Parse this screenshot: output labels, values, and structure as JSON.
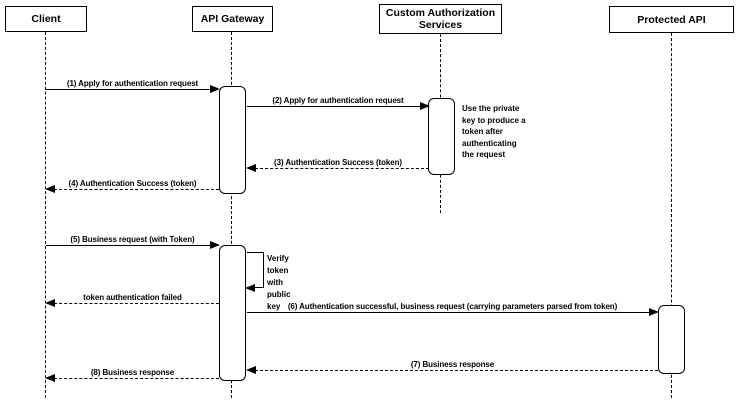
{
  "diagram_type": "uml-sequence",
  "colors": {
    "stroke": "#000000",
    "fill": "#ffffff",
    "text": "#000000"
  },
  "participants": [
    {
      "name": "Client"
    },
    {
      "name": "API Gateway"
    },
    {
      "name": "Custom Authorization\nServices"
    },
    {
      "name": "Protected API"
    }
  ],
  "messages": [
    {
      "label": "(1) Apply for authentication request",
      "from": "Client",
      "to": "API Gateway",
      "style": "solid"
    },
    {
      "label": "(2) Apply for authentication request",
      "from": "API Gateway",
      "to": "Custom Authorization Services",
      "style": "solid"
    },
    {
      "label": "(3) Authentication Success (token)",
      "from": "Custom Authorization Services",
      "to": "API Gateway",
      "style": "dashed"
    },
    {
      "label": "(4) Authentication Success (token)",
      "from": "API Gateway",
      "to": "Client",
      "style": "dashed"
    },
    {
      "label": "(5) Business request (with Token)",
      "from": "Client",
      "to": "API Gateway",
      "style": "solid"
    },
    {
      "label": "token authentication failed",
      "from": "API Gateway",
      "to": "Client",
      "style": "dashed"
    },
    {
      "label": "(6) Authentication successful, business request (carrying parameters parsed from token)",
      "from": "API Gateway",
      "to": "Protected API",
      "style": "solid"
    },
    {
      "label": "(7) Business response",
      "from": "Protected API",
      "to": "API Gateway",
      "style": "dashed"
    },
    {
      "label": "(8) Business response",
      "from": "API Gateway",
      "to": "Client",
      "style": "dashed"
    }
  ],
  "self_message": {
    "label": "Verify token\nwith public key",
    "on": "API Gateway"
  },
  "note": {
    "text": "Use the private\nkey to produce a\ntoken after\nauthenticating\nthe request",
    "near": "Custom Authorization Services"
  }
}
